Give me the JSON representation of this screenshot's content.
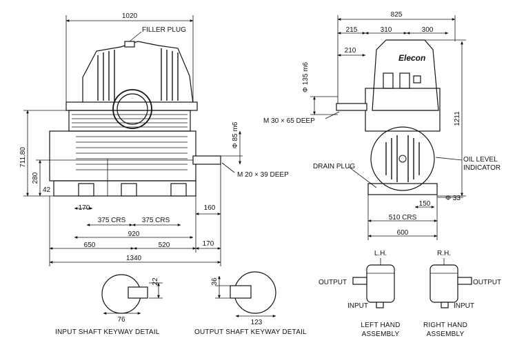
{
  "side_view": {
    "dims": {
      "overall_height": "1020",
      "height_71180": "711.80",
      "height_280": "280",
      "foot_42": "42",
      "foot_170": "170",
      "crs_375_left": "375 CRS",
      "crs_375_right": "375 CRS",
      "span_920": "920",
      "span_650": "650",
      "span_520": "520",
      "span_170": "170",
      "span_160": "160",
      "overall_1340": "1340"
    },
    "labels": {
      "filler_plug": "FILLER PLUG",
      "shaft_dia_85": "Φ 85 m6",
      "tap_m20": "M 20 × 39 DEEP"
    }
  },
  "end_view": {
    "brand": "Elecon",
    "dims": {
      "width_825": "825",
      "w_215": "215",
      "w_310": "310",
      "w_300": "300",
      "w_210": "210",
      "dia_135": "Φ 135 m6",
      "height_1211": "1211",
      "crs_510": "510 CRS",
      "w_600": "600",
      "w_150": "150",
      "dia_33": "Φ 33"
    },
    "labels": {
      "tap_m30": "M 30 × 65 DEEP",
      "drain_plug": "DRAIN PLUG",
      "oil_level_1": "OIL LEVEL",
      "oil_level_2": "INDICATOR"
    }
  },
  "keyway_details": {
    "input": {
      "dim_22": "22",
      "dim_76": "76",
      "caption": "INPUT SHAFT KEYWAY DETAIL"
    },
    "output": {
      "dim_36": "36",
      "dim_123": "123",
      "caption": "OUTPUT SHAFT KEYWAY DETAIL"
    }
  },
  "assemblies": {
    "left": {
      "hand": "L.H.",
      "output": "OUTPUT",
      "input": "INPUT",
      "caption_1": "LEFT HAND",
      "caption_2": "ASSEMBLY"
    },
    "right": {
      "hand": "R.H.",
      "output": "OUTPUT",
      "input": "INPUT",
      "caption_1": "RIGHT HAND",
      "caption_2": "ASSEMBLY"
    }
  }
}
